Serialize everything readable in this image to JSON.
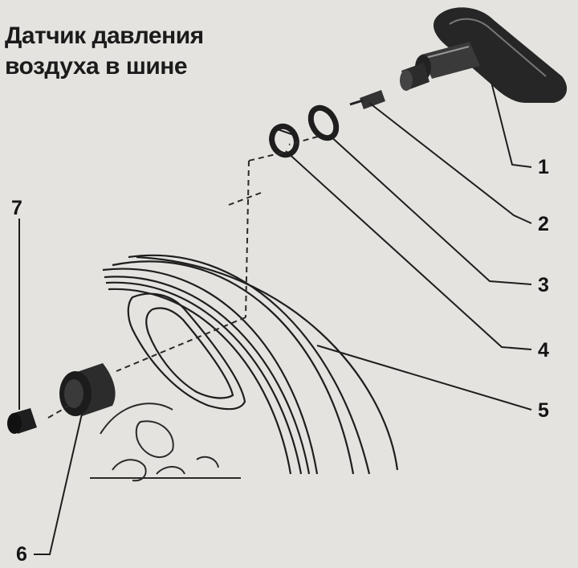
{
  "title": {
    "line1": "Датчик давления",
    "line2": "воздуха в шине"
  },
  "callouts": {
    "c1": "1",
    "c2": "2",
    "c3": "3",
    "c4": "4",
    "c5": "5",
    "c6": "6",
    "c7": "7"
  }
}
